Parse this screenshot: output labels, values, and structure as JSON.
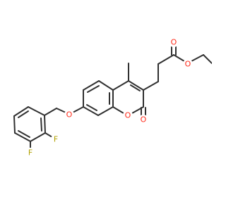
{
  "molecule": {
    "atoms": {
      "o_ether": {
        "symbol": "O",
        "color": "#ff2a1a"
      },
      "o_ring": {
        "symbol": "O",
        "color": "#ff2a1a"
      },
      "o_lactone": {
        "symbol": "O",
        "color": "#ff2a1a"
      },
      "o_ester_carbonyl": {
        "symbol": "O",
        "color": "#ff2a1a"
      },
      "o_ester": {
        "symbol": "O",
        "color": "#ff2a1a"
      },
      "f_para": {
        "symbol": "F",
        "color": "#b0a000"
      },
      "f_ortho": {
        "symbol": "F",
        "color": "#b0a000"
      }
    },
    "methyl_label": "methyl"
  }
}
